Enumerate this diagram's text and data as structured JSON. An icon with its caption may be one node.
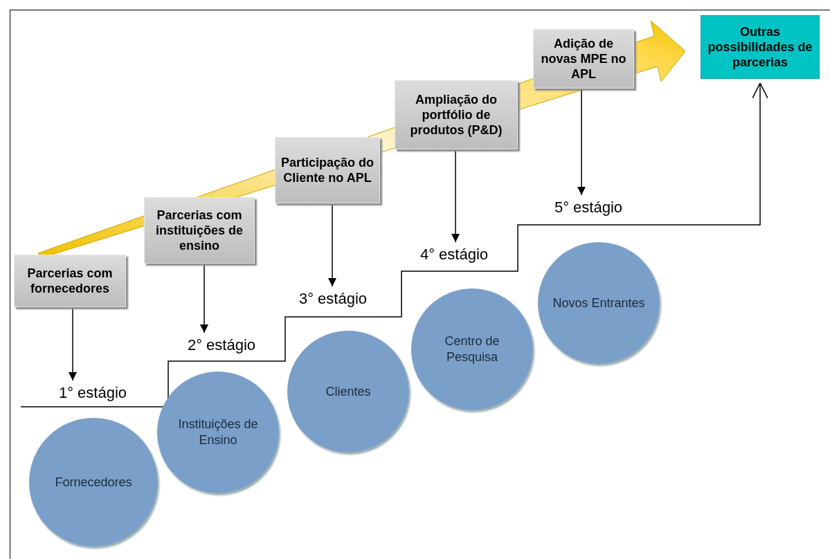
{
  "diagram": {
    "nodes": [
      {
        "text": [
          "Parcerias com fornecedores"
        ]
      },
      {
        "text": [
          "Parcerias com instituições de ensino"
        ]
      },
      {
        "text": [
          "Participação do Cliente no APL"
        ]
      },
      {
        "text": [
          "Ampliação do portfólio de produtos (P&D)"
        ]
      },
      {
        "text": [
          "Adição de novas MPE no APL"
        ]
      },
      {
        "text": [
          "Outras possibilidades de parcerias"
        ]
      },
      {
        "text": [
          "1° estágio"
        ]
      },
      {
        "text": [
          "2° estágio"
        ]
      },
      {
        "text": [
          "3° estágio"
        ]
      },
      {
        "text": [
          "4° estágio"
        ]
      },
      {
        "text": [
          "5° estágio"
        ]
      },
      {
        "text": [
          "Fornecedores"
        ]
      },
      {
        "text": [
          "Instituições de Ensino"
        ]
      },
      {
        "text": [
          "Clientes"
        ]
      },
      {
        "text": [
          "Centro de Pesquisa"
        ]
      },
      {
        "text": [
          "Novos Entrantes"
        ]
      }
    ],
    "edges": [
      {
        "from": 0,
        "to": 6,
        "arrow": "to"
      },
      {
        "from": 1,
        "to": 7,
        "arrow": "to"
      },
      {
        "from": 2,
        "to": 8,
        "arrow": "to"
      },
      {
        "from": 3,
        "to": 9,
        "arrow": "to"
      },
      {
        "from": 4,
        "to": 10,
        "arrow": "to"
      },
      {
        "from": null,
        "to": 5,
        "arrow": "to"
      }
    ]
  }
}
